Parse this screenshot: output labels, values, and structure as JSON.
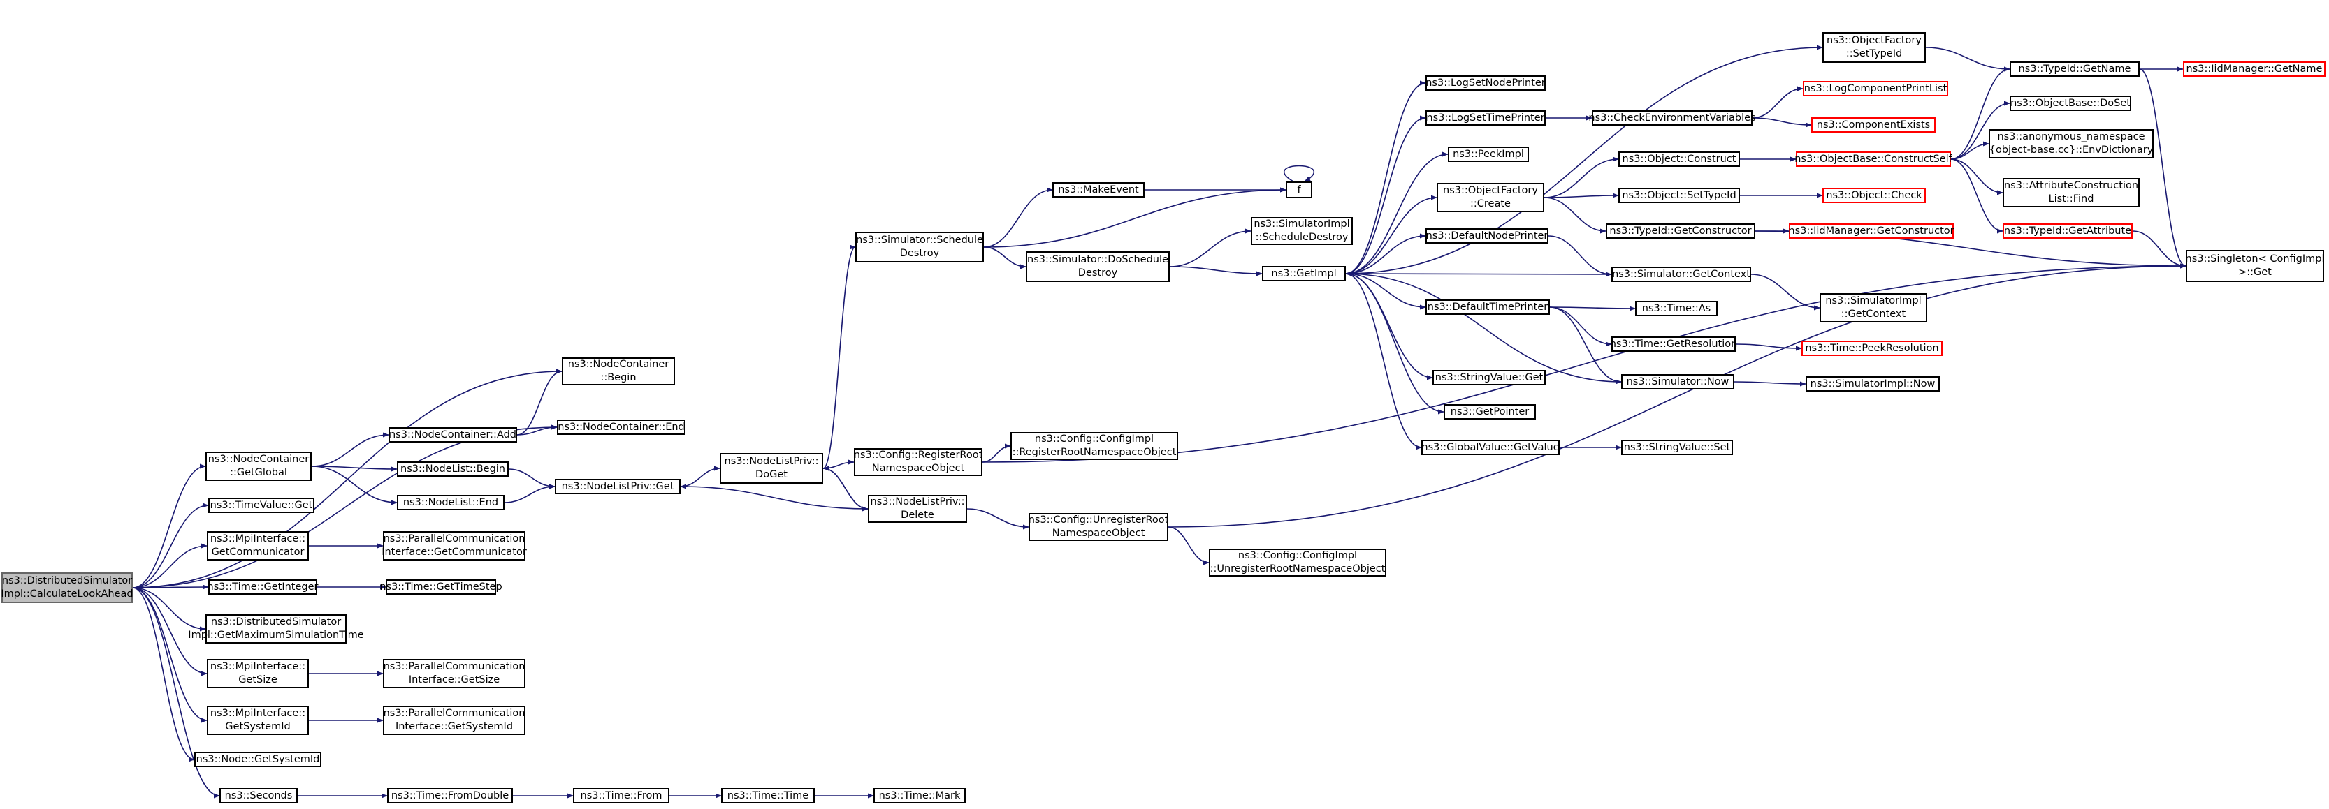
{
  "nodes": [
    {
      "id": "root",
      "lines": [
        "ns3::DistributedSimulator",
        "Impl::CalculateLookAhead"
      ],
      "style": "root"
    },
    {
      "id": "nc_begin",
      "lines": [
        "ns3::NodeContainer",
        "::Begin"
      ]
    },
    {
      "id": "nc_end",
      "lines": [
        "ns3::NodeContainer::End"
      ]
    },
    {
      "id": "nc_add",
      "lines": [
        "ns3::NodeContainer::Add"
      ]
    },
    {
      "id": "nc_getglobal",
      "lines": [
        "ns3::NodeContainer",
        "::GetGlobal"
      ]
    },
    {
      "id": "nl_begin",
      "lines": [
        "ns3::NodeList::Begin"
      ]
    },
    {
      "id": "nl_end",
      "lines": [
        "ns3::NodeList::End"
      ]
    },
    {
      "id": "nlp_get",
      "lines": [
        "ns3::NodeListPriv::Get"
      ]
    },
    {
      "id": "nlp_doget",
      "lines": [
        "ns3::NodeListPriv::",
        "DoGet"
      ]
    },
    {
      "id": "nlp_delete",
      "lines": [
        "ns3::NodeListPriv::",
        "Delete"
      ]
    },
    {
      "id": "cfg_register",
      "lines": [
        "ns3::Config::RegisterRoot",
        "NamespaceObject"
      ]
    },
    {
      "id": "cfgimpl_register",
      "lines": [
        "ns3::Config::ConfigImpl",
        "::RegisterRootNamespaceObject"
      ]
    },
    {
      "id": "cfg_unregister",
      "lines": [
        "ns3::Config::UnregisterRoot",
        "NamespaceObject"
      ]
    },
    {
      "id": "cfgimpl_unregister",
      "lines": [
        "ns3::Config::ConfigImpl",
        "::UnregisterRootNamespaceObject"
      ]
    },
    {
      "id": "timevalue_get",
      "lines": [
        "ns3::TimeValue::Get"
      ]
    },
    {
      "id": "mpi_getcomm",
      "lines": [
        "ns3::MpiInterface::",
        "GetCommunicator"
      ]
    },
    {
      "id": "pci_getcomm",
      "lines": [
        "ns3::ParallelCommunication",
        "Interface::GetCommunicator"
      ]
    },
    {
      "id": "time_getinteger",
      "lines": [
        "ns3::Time::GetInteger"
      ]
    },
    {
      "id": "time_gettimestep",
      "lines": [
        "ns3::Time::GetTimeStep"
      ]
    },
    {
      "id": "dsi_getmax",
      "lines": [
        "ns3::DistributedSimulator",
        "Impl::GetMaximumSimulationTime"
      ]
    },
    {
      "id": "mpi_getsize",
      "lines": [
        "ns3::MpiInterface::",
        "GetSize"
      ]
    },
    {
      "id": "pci_getsize",
      "lines": [
        "ns3::ParallelCommunication",
        "Interface::GetSize"
      ]
    },
    {
      "id": "mpi_getsysid",
      "lines": [
        "ns3::MpiInterface::",
        "GetSystemId"
      ]
    },
    {
      "id": "pci_getsysid",
      "lines": [
        "ns3::ParallelCommunication",
        "Interface::GetSystemId"
      ]
    },
    {
      "id": "node_getsysid",
      "lines": [
        "ns3::Node::GetSystemId"
      ]
    },
    {
      "id": "seconds",
      "lines": [
        "ns3::Seconds"
      ]
    },
    {
      "id": "time_fromdouble",
      "lines": [
        "ns3::Time::FromDouble"
      ]
    },
    {
      "id": "time_from",
      "lines": [
        "ns3::Time::From"
      ]
    },
    {
      "id": "time_time",
      "lines": [
        "ns3::Time::Time"
      ]
    },
    {
      "id": "time_mark",
      "lines": [
        "ns3::Time::Mark"
      ]
    },
    {
      "id": "sim_schedule",
      "lines": [
        "ns3::Simulator::Schedule",
        "Destroy"
      ]
    },
    {
      "id": "makeevent",
      "lines": [
        "ns3::MakeEvent"
      ]
    },
    {
      "id": "f",
      "lines": [
        "f"
      ]
    },
    {
      "id": "sim_doschedule",
      "lines": [
        "ns3::Simulator::DoSchedule",
        "Destroy"
      ]
    },
    {
      "id": "simimpl_schedule",
      "lines": [
        "ns3::SimulatorImpl",
        "::ScheduleDestroy"
      ]
    },
    {
      "id": "getimpl",
      "lines": [
        "ns3::GetImpl"
      ]
    },
    {
      "id": "logsetnode",
      "lines": [
        "ns3::LogSetNodePrinter"
      ]
    },
    {
      "id": "logsettime",
      "lines": [
        "ns3::LogSetTimePrinter"
      ]
    },
    {
      "id": "peekimpl",
      "lines": [
        "ns3::PeekImpl"
      ]
    },
    {
      "id": "of_create",
      "lines": [
        "ns3::ObjectFactory",
        "::Create"
      ]
    },
    {
      "id": "defnodeprinter",
      "lines": [
        "ns3::DefaultNodePrinter"
      ]
    },
    {
      "id": "deftimeprinter",
      "lines": [
        "ns3::DefaultTimePrinter"
      ]
    },
    {
      "id": "stringvalue_get",
      "lines": [
        "ns3::StringValue::Get"
      ]
    },
    {
      "id": "getpointer",
      "lines": [
        "ns3::GetPointer"
      ]
    },
    {
      "id": "gv_getvalue",
      "lines": [
        "ns3::GlobalValue::GetValue"
      ]
    },
    {
      "id": "stringvalue_set",
      "lines": [
        "ns3::StringValue::Set"
      ]
    },
    {
      "id": "of_settypeid",
      "lines": [
        "ns3::ObjectFactory",
        "::SetTypeId"
      ]
    },
    {
      "id": "checkenv",
      "lines": [
        "ns3::CheckEnvironmentVariables"
      ]
    },
    {
      "id": "logcompprint",
      "lines": [
        "ns3::LogComponentPrintList"
      ],
      "style": "red"
    },
    {
      "id": "compexists",
      "lines": [
        "ns3::ComponentExists"
      ],
      "style": "red"
    },
    {
      "id": "obj_construct",
      "lines": [
        "ns3::Object::Construct"
      ]
    },
    {
      "id": "obj_settypeid",
      "lines": [
        "ns3::Object::SetTypeId"
      ]
    },
    {
      "id": "typeid_getctor",
      "lines": [
        "ns3::TypeId::GetConstructor"
      ]
    },
    {
      "id": "sim_getcontext",
      "lines": [
        "ns3::Simulator::GetContext"
      ]
    },
    {
      "id": "time_as",
      "lines": [
        "ns3::Time::As"
      ]
    },
    {
      "id": "time_getres",
      "lines": [
        "ns3::Time::GetResolution"
      ]
    },
    {
      "id": "sim_now",
      "lines": [
        "ns3::Simulator::Now"
      ]
    },
    {
      "id": "objbase_construct",
      "lines": [
        "ns3::ObjectBase::ConstructSelf"
      ],
      "style": "red"
    },
    {
      "id": "obj_check",
      "lines": [
        "ns3::Object::Check"
      ],
      "style": "red"
    },
    {
      "id": "iidmgr_getctor",
      "lines": [
        "ns3::IidManager::GetConstructor"
      ],
      "style": "red"
    },
    {
      "id": "simimpl_getcontext",
      "lines": [
        "ns3::SimulatorImpl",
        "::GetContext"
      ]
    },
    {
      "id": "time_peekres",
      "lines": [
        "ns3::Time::PeekResolution"
      ],
      "style": "red"
    },
    {
      "id": "simimpl_now",
      "lines": [
        "ns3::SimulatorImpl::Now"
      ]
    },
    {
      "id": "typeid_getname",
      "lines": [
        "ns3::TypeId::GetName"
      ]
    },
    {
      "id": "iidmgr_getname",
      "lines": [
        "ns3::IidManager::GetName"
      ],
      "style": "red"
    },
    {
      "id": "objbase_doset",
      "lines": [
        "ns3::ObjectBase::DoSet"
      ]
    },
    {
      "id": "anon_envdict",
      "lines": [
        "ns3::anonymous_namespace",
        "{object-base.cc}::EnvDictionary"
      ]
    },
    {
      "id": "attrconst_find",
      "lines": [
        "ns3::AttributeConstruction",
        "List::Find"
      ]
    },
    {
      "id": "typeid_getattr",
      "lines": [
        "ns3::TypeId::GetAttribute"
      ],
      "style": "red"
    },
    {
      "id": "singleton_get",
      "lines": [
        "ns3::Singleton< ConfigImpl",
        ">::Get"
      ]
    }
  ],
  "edges": [
    [
      "root",
      "nc_begin"
    ],
    [
      "root",
      "nc_end"
    ],
    [
      "root",
      "nc_getglobal"
    ],
    [
      "root",
      "timevalue_get"
    ],
    [
      "root",
      "mpi_getcomm"
    ],
    [
      "root",
      "time_getinteger"
    ],
    [
      "root",
      "dsi_getmax"
    ],
    [
      "root",
      "mpi_getsize"
    ],
    [
      "root",
      "mpi_getsysid"
    ],
    [
      "root",
      "node_getsysid"
    ],
    [
      "root",
      "seconds"
    ],
    [
      "nc_getglobal",
      "nc_add"
    ],
    [
      "nc_getglobal",
      "nl_begin"
    ],
    [
      "nc_getglobal",
      "nl_end"
    ],
    [
      "nc_add",
      "nc_begin"
    ],
    [
      "nc_add",
      "nc_end"
    ],
    [
      "nl_begin",
      "nlp_get"
    ],
    [
      "nl_end",
      "nlp_get"
    ],
    [
      "nlp_get",
      "nlp_doget"
    ],
    [
      "nlp_doget",
      "sim_schedule"
    ],
    [
      "nlp_doget",
      "cfg_register"
    ],
    [
      "nlp_doget",
      "nlp_delete"
    ],
    [
      "nlp_delete",
      "nlp_doget"
    ],
    [
      "nlp_delete",
      "nlp_get"
    ],
    [
      "nlp_delete",
      "cfg_unregister"
    ],
    [
      "cfg_register",
      "cfgimpl_register"
    ],
    [
      "cfg_register",
      "singleton_get"
    ],
    [
      "cfg_unregister",
      "cfgimpl_unregister"
    ],
    [
      "cfg_unregister",
      "singleton_get"
    ],
    [
      "mpi_getcomm",
      "pci_getcomm"
    ],
    [
      "time_getinteger",
      "time_gettimestep"
    ],
    [
      "mpi_getsize",
      "pci_getsize"
    ],
    [
      "mpi_getsysid",
      "pci_getsysid"
    ],
    [
      "seconds",
      "time_fromdouble"
    ],
    [
      "time_fromdouble",
      "time_from"
    ],
    [
      "time_from",
      "time_time"
    ],
    [
      "time_time",
      "time_mark"
    ],
    [
      "sim_schedule",
      "makeevent"
    ],
    [
      "sim_schedule",
      "f"
    ],
    [
      "sim_schedule",
      "sim_doschedule"
    ],
    [
      "makeevent",
      "f"
    ],
    [
      "f",
      "f"
    ],
    [
      "sim_doschedule",
      "simimpl_schedule"
    ],
    [
      "sim_doschedule",
      "getimpl"
    ],
    [
      "getimpl",
      "of_settypeid"
    ],
    [
      "getimpl",
      "logsetnode"
    ],
    [
      "getimpl",
      "logsettime"
    ],
    [
      "getimpl",
      "peekimpl"
    ],
    [
      "getimpl",
      "of_create"
    ],
    [
      "getimpl",
      "defnodeprinter"
    ],
    [
      "getimpl",
      "deftimeprinter"
    ],
    [
      "getimpl",
      "stringvalue_get"
    ],
    [
      "getimpl",
      "getpointer"
    ],
    [
      "getimpl",
      "gv_getvalue"
    ],
    [
      "sim_getcontext",
      "getimpl"
    ],
    [
      "sim_now",
      "getimpl"
    ],
    [
      "logsettime",
      "checkenv"
    ],
    [
      "checkenv",
      "logcompprint"
    ],
    [
      "checkenv",
      "compexists"
    ],
    [
      "of_create",
      "obj_construct"
    ],
    [
      "of_create",
      "obj_settypeid"
    ],
    [
      "of_create",
      "typeid_getctor"
    ],
    [
      "defnodeprinter",
      "sim_getcontext"
    ],
    [
      "deftimeprinter",
      "time_as"
    ],
    [
      "deftimeprinter",
      "time_getres"
    ],
    [
      "deftimeprinter",
      "sim_now"
    ],
    [
      "gv_getvalue",
      "stringvalue_set"
    ],
    [
      "obj_construct",
      "objbase_construct"
    ],
    [
      "obj_settypeid",
      "obj_check"
    ],
    [
      "typeid_getctor",
      "iidmgr_getctor"
    ],
    [
      "typeid_getctor",
      "singleton_get"
    ],
    [
      "sim_getcontext",
      "simimpl_getcontext"
    ],
    [
      "time_getres",
      "time_peekres"
    ],
    [
      "sim_now",
      "simimpl_now"
    ],
    [
      "of_settypeid",
      "typeid_getname"
    ],
    [
      "typeid_getname",
      "iidmgr_getname"
    ],
    [
      "typeid_getname",
      "singleton_get"
    ],
    [
      "objbase_construct",
      "typeid_getname"
    ],
    [
      "objbase_construct",
      "objbase_doset"
    ],
    [
      "objbase_construct",
      "anon_envdict"
    ],
    [
      "objbase_construct",
      "attrconst_find"
    ],
    [
      "objbase_construct",
      "typeid_getattr"
    ],
    [
      "typeid_getattr",
      "singleton_get"
    ]
  ],
  "colors": {
    "edge": "#191970",
    "node_border": "#000000",
    "red_border": "#ff0000",
    "root_fill": "#bfbfbf"
  }
}
